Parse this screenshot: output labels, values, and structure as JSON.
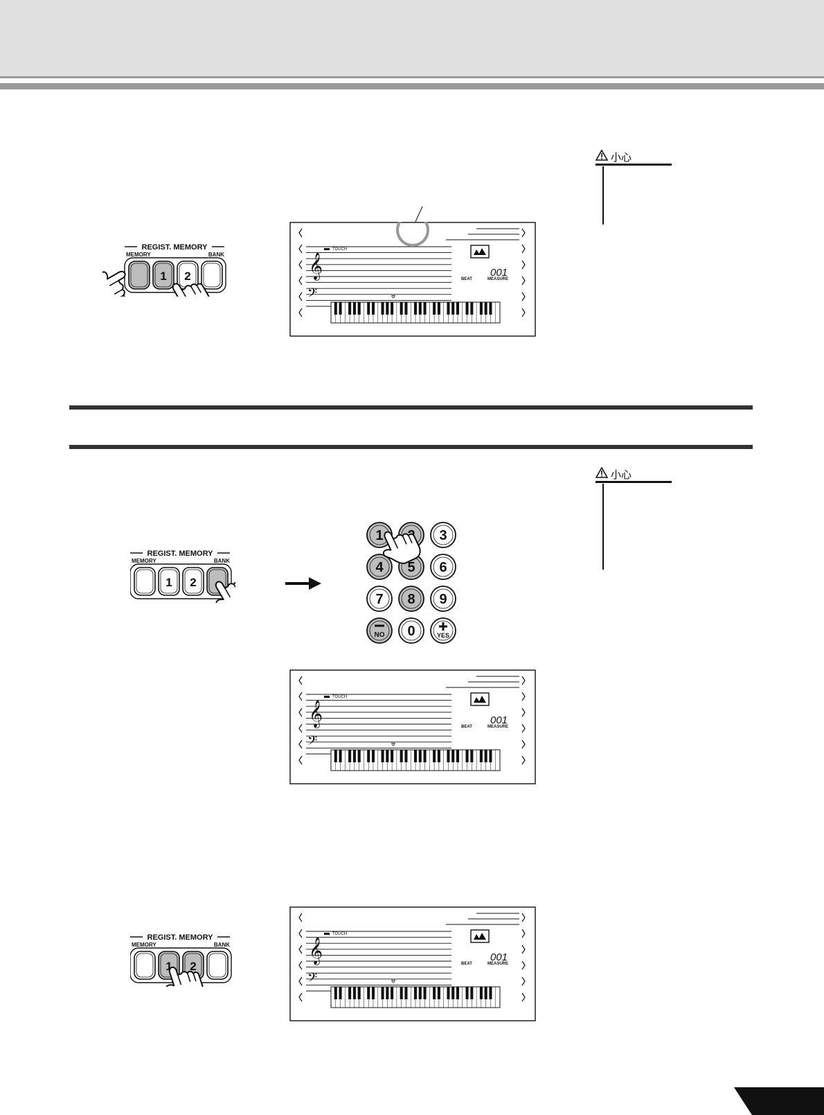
{
  "caution": {
    "label": "小心"
  },
  "regist_panel": {
    "title": "REGIST. MEMORY",
    "memory_label": "MEMORY",
    "bank_label": "BANK",
    "button1": "1",
    "button2": "2"
  },
  "lcd": {
    "touch_label": "TOUCH",
    "counter": "001",
    "beat_label": "BEAT",
    "measure_label": "MEASURE"
  },
  "keypad": {
    "keys": [
      "1",
      "2",
      "3",
      "4",
      "5",
      "6",
      "7",
      "8",
      "9",
      "NO",
      "0",
      "YES"
    ]
  }
}
